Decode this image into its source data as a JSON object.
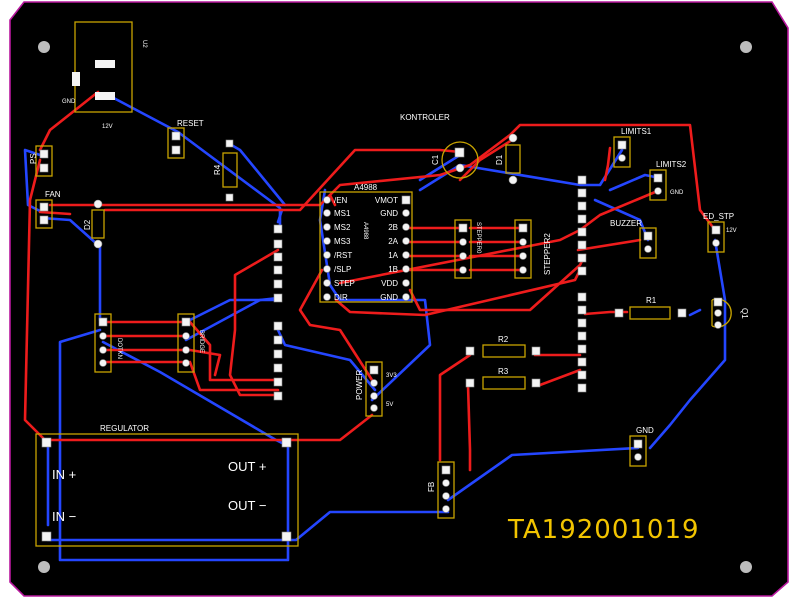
{
  "board": {
    "id_text": "TA192001019",
    "colors": {
      "background": "#000000",
      "outline": "#b8189e",
      "top_copper": "#ee1c1c",
      "bottom_copper": "#2446ff",
      "silkscreen": "#c8a400",
      "id_text": "#f2c400"
    }
  },
  "components": {
    "u2": "U2",
    "gnd_u2": "GND",
    "v12_u2": "12V",
    "ps": "PS",
    "fan": "FAN",
    "d2": "D2",
    "reset": "RESET",
    "r4": "R4",
    "kontroler": "KONTROLER",
    "c1": "C1",
    "d1": "D1",
    "a4988": "A4988",
    "a4988_side": "A4988",
    "stepper0": "STEPPER0",
    "stepper2": "STEPPER2",
    "limits1": "LIMITS1",
    "limits2": "LIMITS2",
    "gnd_limits2": "GND",
    "buzzer": "BUZZER",
    "ed_stp": "ED_STP",
    "v12_ed": "12V",
    "r1": "R1",
    "r2": "R2",
    "r3": "R3",
    "q1": "Q1",
    "dotkn": "DOTKN",
    "bridge": "BRIDGE",
    "power": "POWER",
    "v5": "5V",
    "v3": "3V3",
    "gnd_pad": "GND",
    "fb": "FB",
    "regulator": "REGULATOR",
    "in_plus": "IN +",
    "in_minus": "IN −",
    "out_plus": "OUT +",
    "out_minus": "OUT −"
  },
  "a4988_left_pins": [
    "/EN",
    "MS1",
    "MS2",
    "MS3",
    "/RST",
    "/SLP",
    "STEP",
    "DIR"
  ],
  "a4988_right_pins": [
    "VMOT",
    "GND",
    "2B",
    "2A",
    "1A",
    "1B",
    "VDD",
    "GND"
  ]
}
